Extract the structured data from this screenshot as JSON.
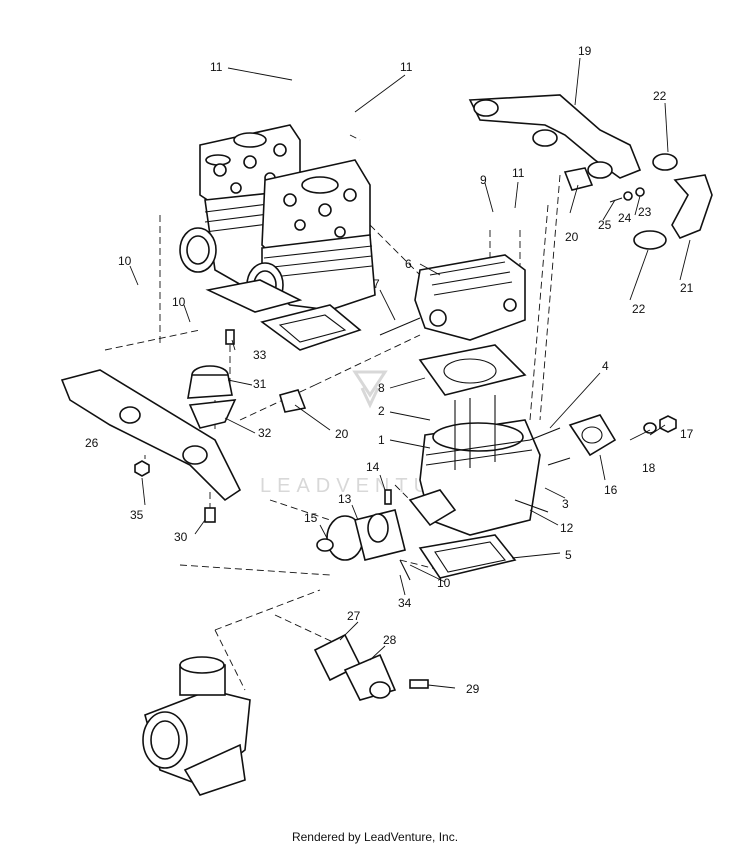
{
  "footer": {
    "credit": "Rendered by LeadVenture, Inc."
  },
  "watermark": {
    "text": "LEADVENTURE"
  },
  "callouts": [
    "1",
    "2",
    "3",
    "4",
    "5",
    "6",
    "7",
    "8",
    "9",
    "10",
    "10",
    "10",
    "11",
    "11",
    "11",
    "12",
    "13",
    "14",
    "15",
    "16",
    "17",
    "18",
    "19",
    "20",
    "20",
    "21",
    "22",
    "22",
    "23",
    "24",
    "25",
    "26",
    "27",
    "28",
    "29",
    "30",
    "31",
    "32",
    "33",
    "34",
    "35"
  ],
  "colors": {
    "ink": "#111111",
    "paper": "#ffffff",
    "watermark": "#d8d8d8"
  }
}
